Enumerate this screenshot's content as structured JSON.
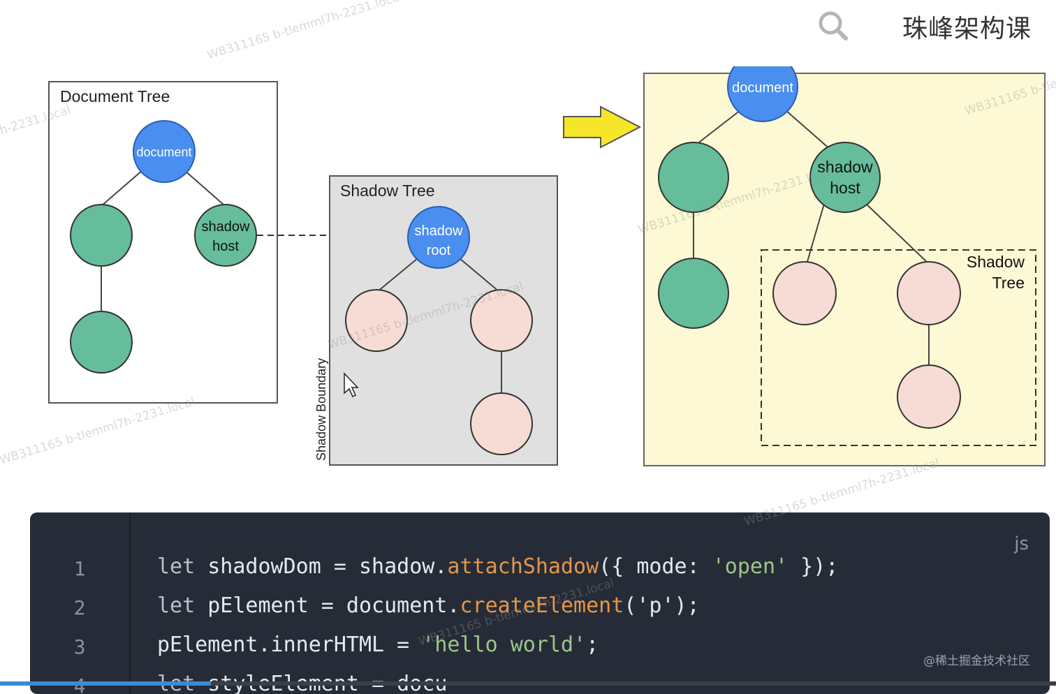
{
  "header": {
    "brand": "珠峰架构课",
    "search_icon": "search-icon"
  },
  "diagram": {
    "document_tree": {
      "title": "Document Tree",
      "root": "document",
      "host_line1": "shadow",
      "host_line2": "host"
    },
    "shadow_tree": {
      "title": "Shadow Tree",
      "root_line1": "shadow",
      "root_line2": "root",
      "boundary_label": "Shadow Boundary"
    },
    "composed_tree": {
      "root": "document",
      "host_line1": "shadow",
      "host_line2": "host",
      "shadow_label_line1": "Shadow",
      "shadow_label_line2": "Tree"
    },
    "colors": {
      "document_node": "#4a8ef0",
      "light_node": "#66bd9c",
      "shadow_node": "#f6dcd4",
      "shadow_panel": "#e0e0e0",
      "composed_panel": "#fdf9d5",
      "arrow": "#f5e62a"
    }
  },
  "code": {
    "language": "js",
    "lines": [
      {
        "no": "1",
        "tokens": [
          {
            "t": "let ",
            "c": "kw"
          },
          {
            "t": "shadowDom = shadow.",
            "c": ""
          },
          {
            "t": "attachShadow",
            "c": "fn"
          },
          {
            "t": "({ mode: ",
            "c": ""
          },
          {
            "t": "'open'",
            "c": "str"
          },
          {
            "t": " });",
            "c": ""
          }
        ]
      },
      {
        "no": "2",
        "tokens": [
          {
            "t": "let ",
            "c": "kw"
          },
          {
            "t": "pElement = document.",
            "c": ""
          },
          {
            "t": "createElement",
            "c": "fn"
          },
          {
            "t": "('p');",
            "c": ""
          }
        ]
      },
      {
        "no": "3",
        "tokens": [
          {
            "t": "pElement.innerHTML = ",
            "c": ""
          },
          {
            "t": "'hello world'",
            "c": "str"
          },
          {
            "t": ";",
            "c": ""
          }
        ]
      },
      {
        "no": "4",
        "tokens": [
          {
            "t": "let ",
            "c": "kw"
          },
          {
            "t": "styleElement = docu",
            "c": ""
          }
        ]
      }
    ]
  },
  "watermark": "WB311165 b-tlemml7h-2231.local",
  "watermark_fragments": [
    "h-2231.local",
    "WB311165 b-tle"
  ],
  "footer_brand": "@稀土掘金技术社区",
  "video_progress": 0.2
}
